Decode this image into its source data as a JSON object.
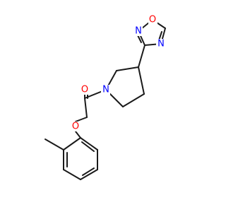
{
  "molecule": {
    "atoms": [
      {
        "id": "O_ring",
        "label": "O",
        "color": "#ff0000"
      },
      {
        "id": "N2",
        "label": "N",
        "color": "#0000ff"
      },
      {
        "id": "N4",
        "label": "N",
        "color": "#0000ff"
      },
      {
        "id": "N_pyr",
        "label": "N",
        "color": "#0000ff"
      },
      {
        "id": "O_carbonyl",
        "label": "O",
        "color": "#ff0000"
      },
      {
        "id": "O_ether",
        "label": "O",
        "color": "#ff0000"
      }
    ],
    "bond_color": "#1a1a1a"
  }
}
